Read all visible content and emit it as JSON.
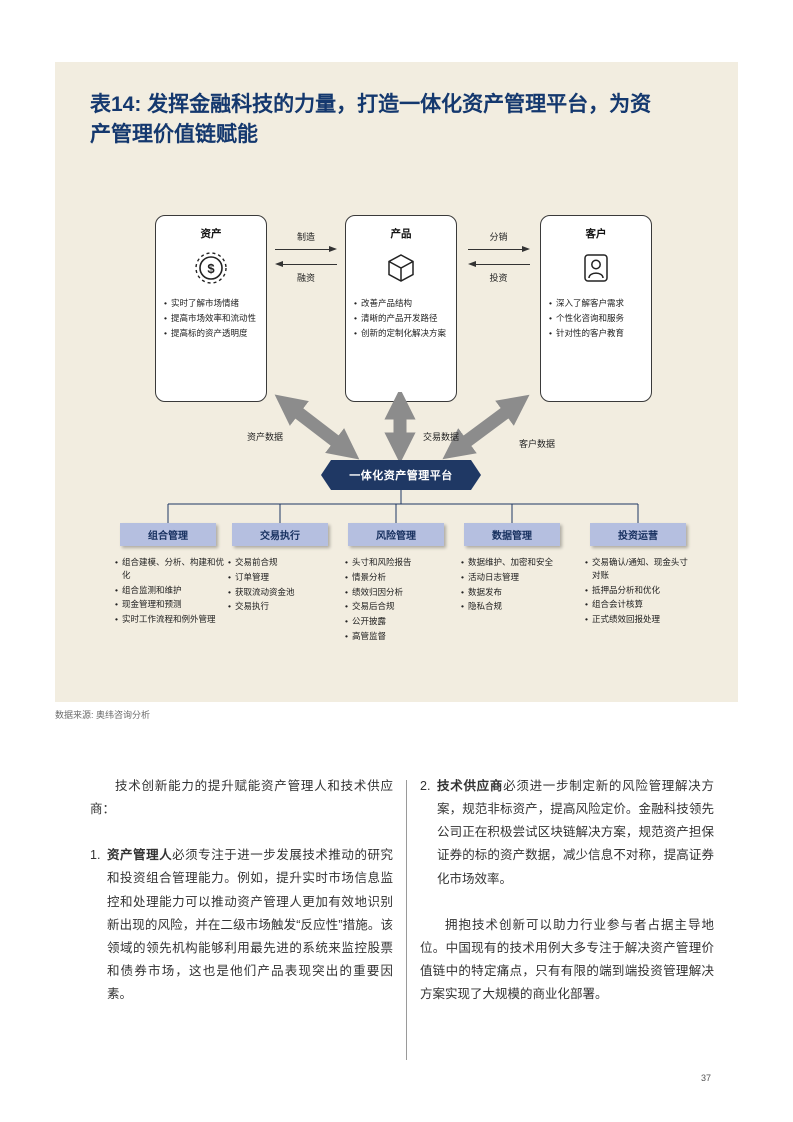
{
  "page": {
    "number": "37",
    "source_note": "数据来源: 奥纬咨询分析"
  },
  "exhibit": {
    "title": "表14: 发挥金融科技的力量，打造一体化资产管理平台，为资产管理价值链赋能",
    "top_boxes": [
      {
        "label": "资产",
        "icon": "coin-dollar-icon",
        "bullets": [
          "实时了解市场情绪",
          "提高市场效率和流动性",
          "提高标的资产透明度"
        ]
      },
      {
        "label": "产品",
        "icon": "cube-icon",
        "bullets": [
          "改善产品结构",
          "清晰的产品开发路径",
          "创新的定制化解决方案"
        ]
      },
      {
        "label": "客户",
        "icon": "person-icon",
        "bullets": [
          "深入了解客户需求",
          "个性化咨询和服务",
          "针对性的客户教育"
        ]
      }
    ],
    "flow_labels": {
      "manufacture": "制造",
      "financing": "融资",
      "distribution": "分销",
      "investment": "投资"
    },
    "data_labels": [
      "资产数据",
      "交易数据",
      "客户数据"
    ],
    "platform_banner": "一体化资产管理平台",
    "pillars": [
      {
        "label": "组合管理",
        "bullets": [
          "组合建模、分析、构建和优化",
          "组合监测和维护",
          "现金管理和预测",
          "实时工作流程和例外管理"
        ]
      },
      {
        "label": "交易执行",
        "bullets": [
          "交易前合规",
          "订单管理",
          "获取流动资金池",
          "交易执行"
        ]
      },
      {
        "label": "风险管理",
        "bullets": [
          "头寸和风险报告",
          "情景分析",
          "绩效归因分析",
          "交易后合规",
          "公开披露",
          "高管监督"
        ]
      },
      {
        "label": "数据管理",
        "bullets": [
          "数据维护、加密和安全",
          "活动日志管理",
          "数据发布",
          "隐私合规"
        ]
      },
      {
        "label": "投资运营",
        "bullets": [
          "交易确认/通知、现金头寸对账",
          "抵押品分析和优化",
          "组合会计核算",
          "正式绩效回报处理"
        ]
      }
    ],
    "colors": {
      "panel_bg": "#f2ede0",
      "title_blue": "#14386e",
      "banner_navy": "#1f3864",
      "pillar_bg": "#b5bfe0",
      "arrow_gray": "#8c8c8c"
    }
  },
  "body": {
    "left": {
      "intro": "技术创新能力的提升赋能资产管理人和技术供应商：",
      "item_number": "1.",
      "item_lead": "资产管理人",
      "item_text": "必须专注于进一步发展技术推动的研究和投资组合管理能力。例如，提升实时市场信息监控和处理能力可以推动资产管理人更加有效地识别新出现的风险，并在二级市场触发“反应性”措施。该领域的领先机构能够利用最先进的系统来监控股票和债券市场，这也是他们产品表现突出的重要因素。"
    },
    "right": {
      "item_number": "2.",
      "item_lead": "技术供应商",
      "item_text": "必须进一步制定新的风险管理解决方案，规范非标资产，提高风险定价。金融科技领先公司正在积极尝试区块链解决方案，规范资产担保证券的标的资产数据，减少信息不对称，提高证券化市场效率。",
      "para2": "拥抱技术创新可以助力行业参与者占据主导地位。中国现有的技术用例大多专注于解决资产管理价值链中的特定痛点，只有有限的端到端投资管理解决方案实现了大规模的商业化部署。"
    }
  }
}
